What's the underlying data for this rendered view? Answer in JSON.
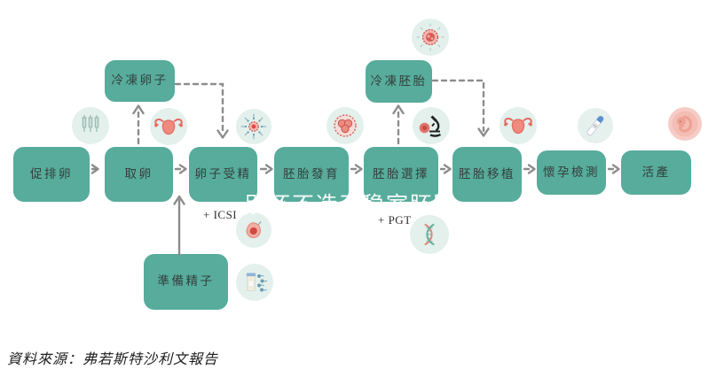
{
  "diagram": {
    "type": "process-flow",
    "topic": "IVF treatment process",
    "main_steps": [
      {
        "label": "促排卵",
        "icon": "syringes-icon"
      },
      {
        "label": "取卵",
        "icon": "uterus-icon"
      },
      {
        "label": "卵子受精",
        "icon": "fertilization-icon",
        "annotation": "+ ICSI"
      },
      {
        "label": "胚胎發育",
        "icon": "embryo-icon"
      },
      {
        "label": "胚胎選擇",
        "icon": "microscope-icon",
        "annotation": "+ PGT"
      },
      {
        "label": "胚胎移植",
        "icon": "uterus-icon"
      },
      {
        "label": "懷孕檢測",
        "icon": "pregnancy-test-icon"
      },
      {
        "label": "活產",
        "icon": "fetus-icon"
      }
    ],
    "branch_boxes": [
      {
        "label": "冷凍卵子",
        "connects": "取卵 → 冷凍卵子 → 卵子受精",
        "line_style": "dashed"
      },
      {
        "label": "冷凍胚胎",
        "icon": "frozen-embryo-icon",
        "connects": "胚胎選擇 → 冷凍胚胎 → 胚胎移植",
        "line_style": "dashed"
      },
      {
        "label": "準備精子",
        "icon": "sperm-sample-icon",
        "connects": "準備精子 → 卵子受精",
        "line_style": "solid"
      }
    ],
    "annotations": {
      "icsi": "+ ICSI",
      "pgt": "+ PGT"
    },
    "side_icons": [
      "icsi-egg-icon",
      "sperm-sample-cup-icon",
      "dna-icon",
      "frozen-embryo-icon"
    ]
  },
  "watermark": {
    "text": "别还不造了稳室胚胎"
  },
  "source": {
    "text": "資料來源：弗若斯特沙利文報告"
  },
  "colors": {
    "box_teal": "#57ac9c",
    "icon_circle_mint": "#e3f0ec",
    "arrow_gray": "#8c8c8c",
    "accent_coral": "#e4695f",
    "text_dark": "#343e3b",
    "watermark_white": "#ffffff"
  }
}
